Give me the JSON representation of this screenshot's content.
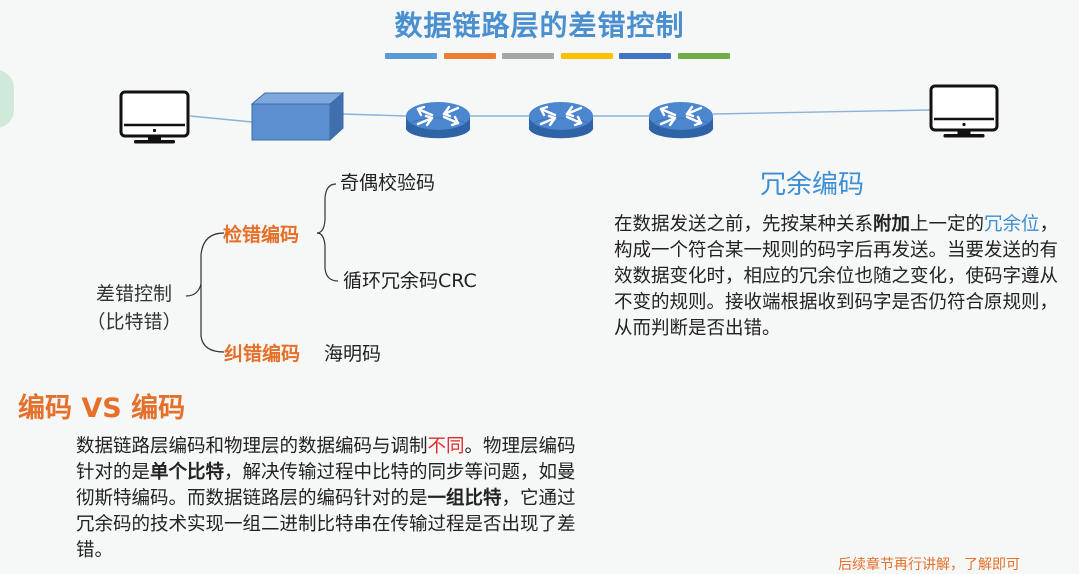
{
  "title": "数据链路层的差错控制",
  "color_bar": [
    "#5b9bd5",
    "#ed7d31",
    "#a5a5a5",
    "#ffc000",
    "#4472c4",
    "#70ad47"
  ],
  "network": {
    "devices": [
      "monitor-icon",
      "switch-icon",
      "router-icon",
      "router-icon",
      "router-icon",
      "monitor-icon"
    ]
  },
  "tree": {
    "root": "差错控制",
    "root_sub": "（比特错）",
    "detect": "检错编码",
    "parity": "奇偶校验码",
    "crc": "循环冗余码CRC",
    "correct": "纠错编码",
    "hamming": "海明码"
  },
  "redundancy": {
    "title": "冗余编码",
    "p1": "在数据发送之前，先按某种关系",
    "p1_bold": "附加",
    "p2": "上一定的",
    "p2_blue": "冗余位",
    "p3": "，构成一个符合某一规则的码字后再发送。当要发送的有效数据变化时，相应的冗余位也随之变化，使码字遵从不变的规则。接收端根据收到码字是否仍符合原规则，从而判断是否出错。"
  },
  "vs": {
    "title": "编码 VS 编码",
    "p1": "数据链路层编码和物理层的数据编码与调制",
    "p1_red": "不同",
    "p2": "。物理层编码针对的是",
    "p2_bold": "单个比特",
    "p3": "，解决传输过程中比特的同步等问题，如曼彻斯特编码。而数据链路层的编码针对的是",
    "p3_bold": "一组比特",
    "p4": "，它通过冗余码的技术实现一组二进制比特串在传输过程是否出现了差错。"
  },
  "footer_fragment": "后续章节再行讲解，了解即可"
}
